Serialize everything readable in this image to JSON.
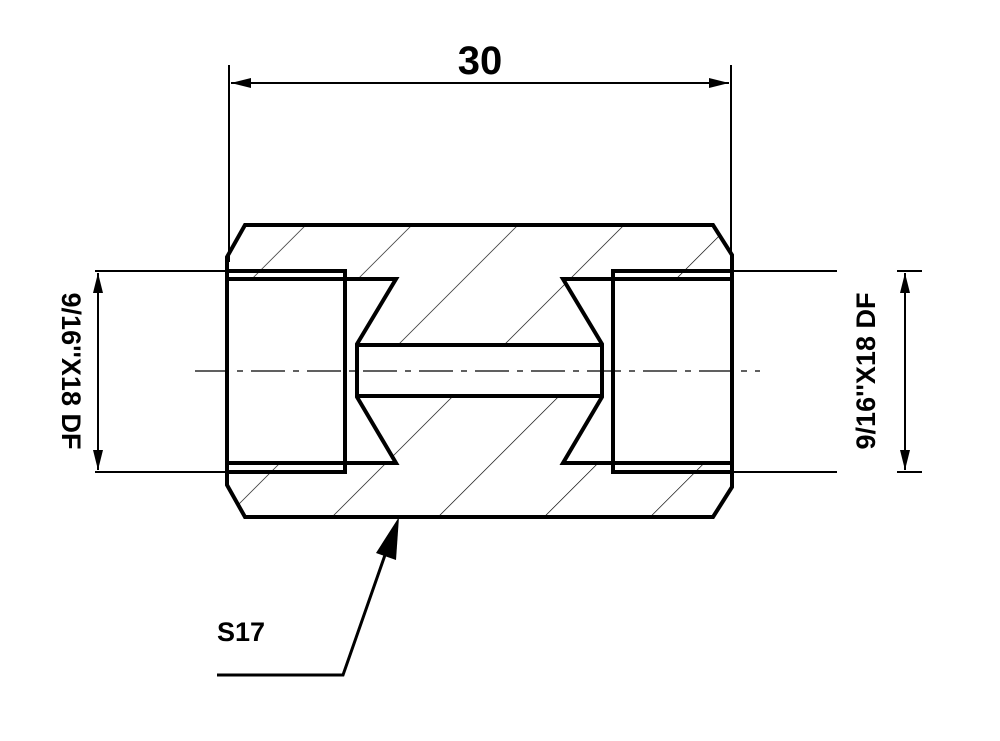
{
  "drawing": {
    "width_dimension": "30",
    "left_thread_label": "9/16''X18 DF",
    "right_thread_label": "9/16''X18 DF",
    "wrench_size_label": "S17"
  },
  "colors": {
    "line": "#000000",
    "background": "#ffffff"
  }
}
